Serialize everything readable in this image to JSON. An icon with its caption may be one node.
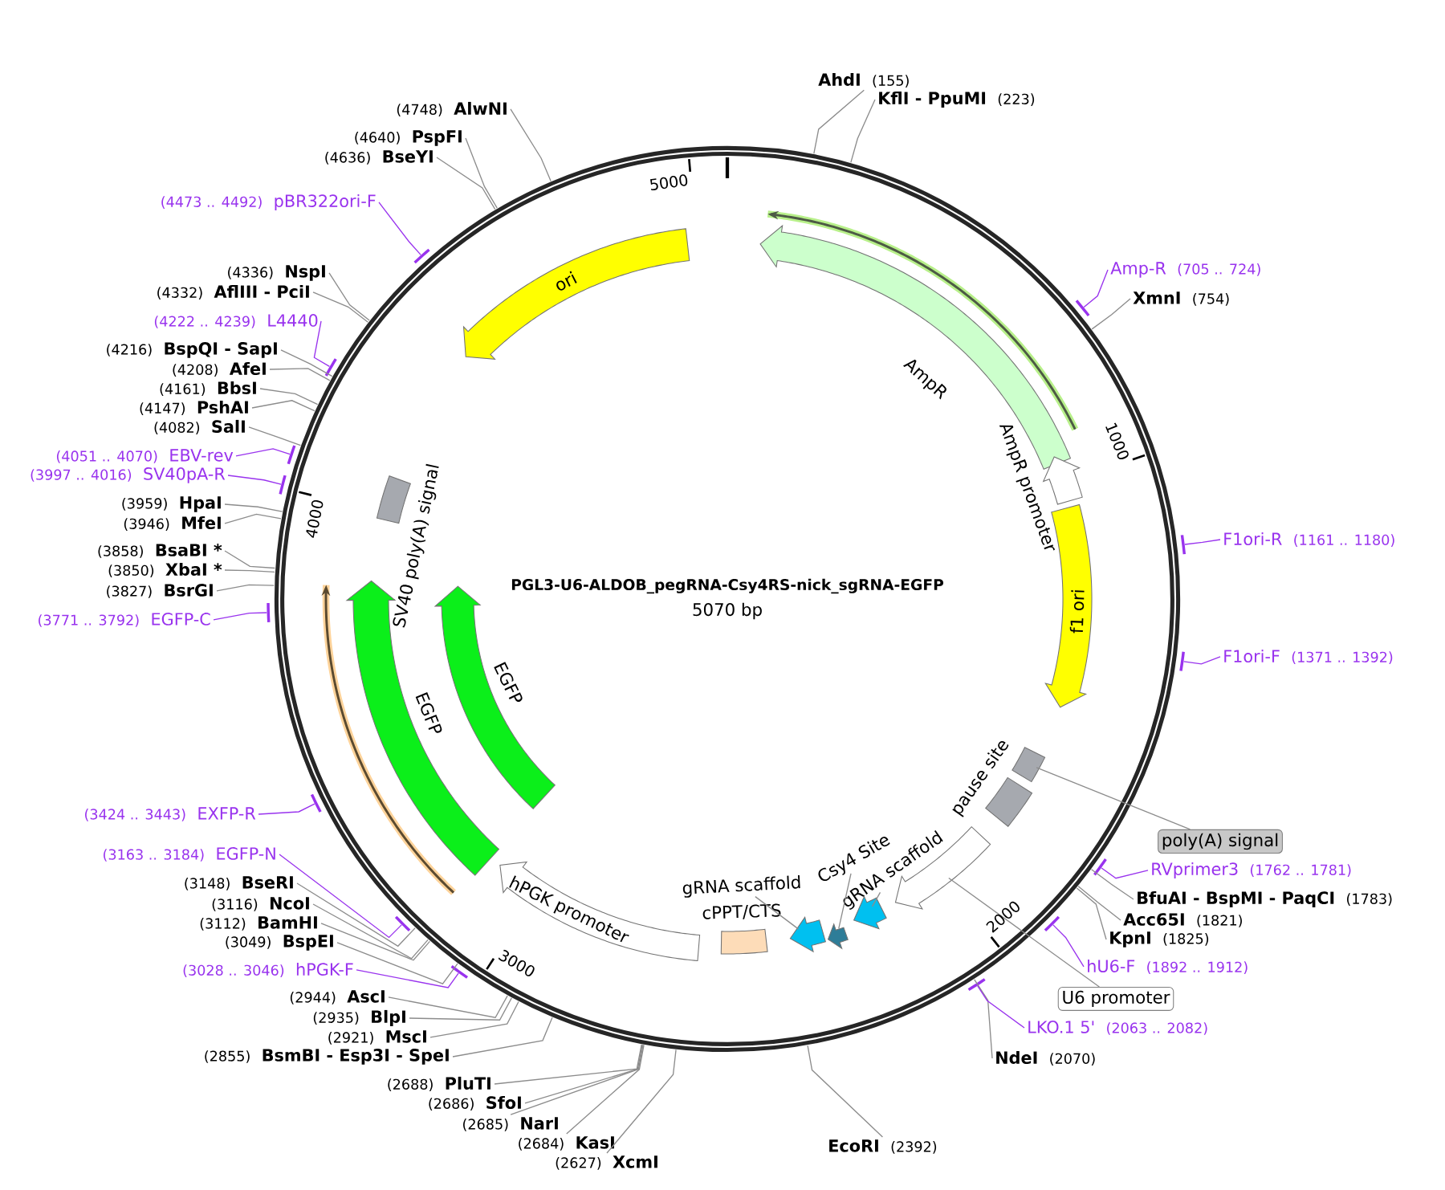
{
  "diagram": {
    "nodes": [
      {
        "text": [
          "PGL3-U6-ALDOB_pegRNA-Csy4RS-nick_sgRNA-EGFP",
          "5070 bp"
        ]
      },
      {
        "text": [
          "ori"
        ],
        "in": 0
      },
      {
        "text": [
          "AmpR"
        ],
        "in": 0
      },
      {
        "text": [
          "AmpR promoter"
        ],
        "in": 0
      },
      {
        "text": [
          "f1 ori"
        ],
        "in": 0
      },
      {
        "text": [],
        "shape": "box",
        "in": 0
      },
      {
        "text": [
          "pause site"
        ],
        "in": 0
      },
      {
        "text": [],
        "shape": "arrow",
        "in": 0
      },
      {
        "text": [],
        "shape": "arrow",
        "in": 0
      },
      {
        "text": [],
        "shape": "arrow",
        "in": 0
      },
      {
        "text": [],
        "shape": "arrow",
        "in": 0
      },
      {
        "text": [
          "cPPT/CTS"
        ],
        "in": 0
      },
      {
        "text": [
          "hPGK promoter"
        ],
        "in": 0
      },
      {
        "text": [
          "EGFP"
        ],
        "in": 0
      },
      {
        "text": [
          "EGFP"
        ],
        "in": 0
      },
      {
        "text": [
          "SV40 poly(A) signal"
        ],
        "in": 0
      },
      {
        "text": [
          "poly(A) signal"
        ]
      },
      {
        "text": [
          "U6 promoter"
        ]
      },
      {
        "text": [
          "gRNA scaffold"
        ],
        "in": 0
      },
      {
        "text": [
          "Csy4 Site"
        ],
        "in": 0
      },
      {
        "text": [
          "gRNA scaffold"
        ],
        "in": 0
      },
      {
        "text": [
          "AhdI",
          "(155)"
        ]
      },
      {
        "text": [
          "KflI - PpuMI",
          "(223)"
        ]
      },
      {
        "text": [
          "XmnI",
          "(754)"
        ]
      },
      {
        "text": [
          "BfuAI - BspMI - PaqCI",
          "(1783)"
        ]
      },
      {
        "text": [
          "Acc65I",
          "(1821)"
        ]
      },
      {
        "text": [
          "KpnI",
          "(1825)"
        ]
      },
      {
        "text": [
          "NdeI",
          "(2070)"
        ]
      },
      {
        "text": [
          "EcoRI",
          "(2392)"
        ]
      },
      {
        "text": [
          "(2627)",
          "XcmI"
        ]
      },
      {
        "text": [
          "(2684)",
          "KasI"
        ]
      },
      {
        "text": [
          "(2685)",
          "NarI"
        ]
      },
      {
        "text": [
          "(2686)",
          "SfoI"
        ]
      },
      {
        "text": [
          "(2688)",
          "PluTI"
        ]
      },
      {
        "text": [
          "(2855)",
          "BsmBI - Esp3I - SpeI"
        ]
      },
      {
        "text": [
          "(2921)",
          "MscI"
        ]
      },
      {
        "text": [
          "(2935)",
          "BlpI"
        ]
      },
      {
        "text": [
          "(2944)",
          "AscI"
        ]
      },
      {
        "text": [
          "(3049)",
          "BspEI"
        ]
      },
      {
        "text": [
          "(3112)",
          "BamHI"
        ]
      },
      {
        "text": [
          "(3116)",
          "NcoI"
        ]
      },
      {
        "text": [
          "(3148)",
          "BseRI"
        ]
      },
      {
        "text": [
          "(3827)",
          "BsrGI"
        ]
      },
      {
        "text": [
          "(3850)",
          "XbaI *"
        ]
      },
      {
        "text": [
          "(3858)",
          "BsaBI *"
        ]
      },
      {
        "text": [
          "(3946)",
          "MfeI"
        ]
      },
      {
        "text": [
          "(3959)",
          "HpaI"
        ]
      },
      {
        "text": [
          "(4082)",
          "SalI"
        ]
      },
      {
        "text": [
          "(4147)",
          "PshAI"
        ]
      },
      {
        "text": [
          "(4161)",
          "BbsI"
        ]
      },
      {
        "text": [
          "(4208)",
          "AfeI"
        ]
      },
      {
        "text": [
          "(4216)",
          "BspQI - SapI"
        ]
      },
      {
        "text": [
          "(4332)",
          "AflIII - PciI"
        ]
      },
      {
        "text": [
          "(4336)",
          "NspI"
        ]
      },
      {
        "text": [
          "(4636)",
          "BseYI"
        ]
      },
      {
        "text": [
          "(4640)",
          "PspFI"
        ]
      },
      {
        "text": [
          "(4748)",
          "AlwNI"
        ]
      },
      {
        "text": [
          "Amp-R",
          "(705 .. 724)"
        ]
      },
      {
        "text": [
          "F1ori-R",
          "(1161 .. 1180)"
        ]
      },
      {
        "text": [
          "F1ori-F",
          "(1371 .. 1392)"
        ]
      },
      {
        "text": [
          "RVprimer3",
          "(1762 .. 1781)"
        ]
      },
      {
        "text": [
          "hU6-F",
          "(1892 .. 1912)"
        ]
      },
      {
        "text": [
          "LKO.1 5'",
          "(2063 .. 2082)"
        ]
      },
      {
        "text": [
          "(3028 .. 3046)",
          "hPGK-F"
        ]
      },
      {
        "text": [
          "(3163 .. 3184)",
          "EGFP-N"
        ]
      },
      {
        "text": [
          "(3424 .. 3443)",
          "EXFP-R"
        ]
      },
      {
        "text": [
          "(3771 .. 3792)",
          "EGFP-C"
        ]
      },
      {
        "text": [
          "(3997 .. 4016)",
          "SV40pA-R"
        ]
      },
      {
        "text": [
          "(4051 .. 4070)",
          "EBV-rev"
        ]
      },
      {
        "text": [
          "(4222 .. 4239)",
          "L4440"
        ]
      },
      {
        "text": [
          "(4473 .. 4492)",
          "pBR322ori-F"
        ]
      }
    ],
    "edges": [
      {
        "from": 16,
        "to": 5,
        "arrow": "none"
      },
      {
        "from": 17,
        "to": 7,
        "arrow": "none"
      },
      {
        "from": 18,
        "to": 8,
        "arrow": "none"
      },
      {
        "from": 19,
        "to": 9,
        "arrow": "none"
      },
      {
        "from": 20,
        "to": 10,
        "arrow": "none"
      },
      {
        "from": 21,
        "to": 0,
        "arrow": "none"
      },
      {
        "from": 22,
        "to": 0,
        "arrow": "none"
      },
      {
        "from": 23,
        "to": 0,
        "arrow": "none"
      },
      {
        "from": 24,
        "to": 0,
        "arrow": "none"
      },
      {
        "from": 25,
        "to": 0,
        "arrow": "none"
      },
      {
        "from": 26,
        "to": 0,
        "arrow": "none"
      },
      {
        "from": 27,
        "to": 0,
        "arrow": "none"
      },
      {
        "from": 28,
        "to": 0,
        "arrow": "none"
      },
      {
        "from": 29,
        "to": 0,
        "arrow": "none"
      },
      {
        "from": 30,
        "to": 0,
        "arrow": "none"
      },
      {
        "from": 31,
        "to": 0,
        "arrow": "none"
      },
      {
        "from": 32,
        "to": 0,
        "arrow": "none"
      },
      {
        "from": 33,
        "to": 0,
        "arrow": "none"
      },
      {
        "from": 34,
        "to": 0,
        "arrow": "none"
      },
      {
        "from": 35,
        "to": 0,
        "arrow": "none"
      },
      {
        "from": 36,
        "to": 0,
        "arrow": "none"
      },
      {
        "from": 37,
        "to": 0,
        "arrow": "none"
      },
      {
        "from": 38,
        "to": 0,
        "arrow": "none"
      },
      {
        "from": 39,
        "to": 0,
        "arrow": "none"
      },
      {
        "from": 40,
        "to": 0,
        "arrow": "none"
      },
      {
        "from": 41,
        "to": 0,
        "arrow": "none"
      },
      {
        "from": 42,
        "to": 0,
        "arrow": "none"
      },
      {
        "from": 43,
        "to": 0,
        "arrow": "none"
      },
      {
        "from": 44,
        "to": 0,
        "arrow": "none"
      },
      {
        "from": 45,
        "to": 0,
        "arrow": "none"
      },
      {
        "from": 46,
        "to": 0,
        "arrow": "none"
      },
      {
        "from": 47,
        "to": 0,
        "arrow": "none"
      },
      {
        "from": 48,
        "to": 0,
        "arrow": "none"
      },
      {
        "from": 49,
        "to": 0,
        "arrow": "none"
      },
      {
        "from": 50,
        "to": 0,
        "arrow": "none"
      },
      {
        "from": 51,
        "to": 0,
        "arrow": "none"
      },
      {
        "from": 52,
        "to": 0,
        "arrow": "none"
      },
      {
        "from": 53,
        "to": 0,
        "arrow": "none"
      },
      {
        "from": 54,
        "to": 0,
        "arrow": "none"
      },
      {
        "from": 55,
        "to": 0,
        "arrow": "none"
      },
      {
        "from": 56,
        "to": 0,
        "arrow": "none"
      },
      {
        "from": 57,
        "to": 0,
        "arrow": "none",
        "color": "#9933ee"
      },
      {
        "from": 58,
        "to": 0,
        "arrow": "none",
        "color": "#9933ee"
      },
      {
        "from": 59,
        "to": 0,
        "arrow": "none",
        "color": "#9933ee"
      },
      {
        "from": 60,
        "to": 0,
        "arrow": "none",
        "color": "#9933ee"
      },
      {
        "from": 61,
        "to": 0,
        "arrow": "none",
        "color": "#9933ee"
      },
      {
        "from": 62,
        "to": 0,
        "arrow": "none",
        "color": "#9933ee"
      },
      {
        "from": 63,
        "to": 0,
        "arrow": "none",
        "color": "#9933ee"
      },
      {
        "from": 64,
        "to": 0,
        "arrow": "none",
        "color": "#9933ee"
      },
      {
        "from": 65,
        "to": 0,
        "arrow": "none",
        "color": "#9933ee"
      },
      {
        "from": 66,
        "to": 0,
        "arrow": "none",
        "color": "#9933ee"
      },
      {
        "from": 67,
        "to": 0,
        "arrow": "none",
        "color": "#9933ee"
      },
      {
        "from": 68,
        "to": 0,
        "arrow": "none",
        "color": "#9933ee"
      },
      {
        "from": 69,
        "to": 0,
        "arrow": "none",
        "color": "#9933ee"
      },
      {
        "from": 70,
        "to": 0,
        "arrow": "none",
        "color": "#9933ee"
      }
    ],
    "labels": [
      "5000",
      "1000",
      "4000",
      "2000",
      "3000"
    ]
  }
}
